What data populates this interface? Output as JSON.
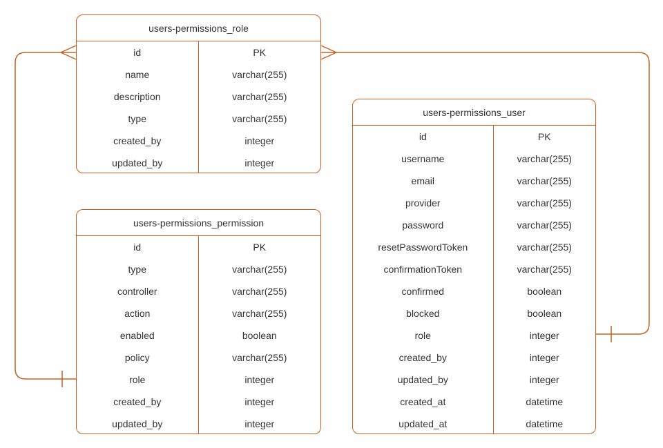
{
  "diagram": {
    "kind": "entity-relationship",
    "colors": {
      "stroke": "#C8611F",
      "text": "#333333",
      "background": "#FFFFFF"
    },
    "tables": [
      {
        "name": "users-permissions_role",
        "rows": [
          {
            "field": "id",
            "type": "PK"
          },
          {
            "field": "name",
            "type": "varchar(255)"
          },
          {
            "field": "description",
            "type": "varchar(255)"
          },
          {
            "field": "type",
            "type": "varchar(255)"
          },
          {
            "field": "created_by",
            "type": "integer"
          },
          {
            "field": "updated_by",
            "type": "integer"
          }
        ]
      },
      {
        "name": "users-permissions_permission",
        "rows": [
          {
            "field": "id",
            "type": "PK"
          },
          {
            "field": "type",
            "type": "varchar(255)"
          },
          {
            "field": "controller",
            "type": "varchar(255)"
          },
          {
            "field": "action",
            "type": "varchar(255)"
          },
          {
            "field": "enabled",
            "type": "boolean"
          },
          {
            "field": "policy",
            "type": "varchar(255)"
          },
          {
            "field": "role",
            "type": "integer"
          },
          {
            "field": "created_by",
            "type": "integer"
          },
          {
            "field": "updated_by",
            "type": "integer"
          }
        ]
      },
      {
        "name": "users-permissions_user",
        "rows": [
          {
            "field": "id",
            "type": "PK"
          },
          {
            "field": "username",
            "type": "varchar(255)"
          },
          {
            "field": "email",
            "type": "varchar(255)"
          },
          {
            "field": "provider",
            "type": "varchar(255)"
          },
          {
            "field": "password",
            "type": "varchar(255)"
          },
          {
            "field": "resetPasswordToken",
            "type": "varchar(255)"
          },
          {
            "field": "confirmationToken",
            "type": "varchar(255)"
          },
          {
            "field": "confirmed",
            "type": "boolean"
          },
          {
            "field": "blocked",
            "type": "boolean"
          },
          {
            "field": "role",
            "type": "integer"
          },
          {
            "field": "created_by",
            "type": "integer"
          },
          {
            "field": "updated_by",
            "type": "integer"
          },
          {
            "field": "created_at",
            "type": "datetime"
          },
          {
            "field": "updated_at",
            "type": "datetime"
          }
        ]
      }
    ],
    "relations": [
      {
        "from": "users-permissions_role.id",
        "to": "users-permissions_permission.role",
        "from_marker": "crow-foot-many-icon",
        "to_marker": "one-bar-icon"
      },
      {
        "from": "users-permissions_role.id",
        "to": "users-permissions_user.role",
        "from_marker": "crow-foot-many-icon",
        "to_marker": "one-bar-icon"
      }
    ]
  }
}
